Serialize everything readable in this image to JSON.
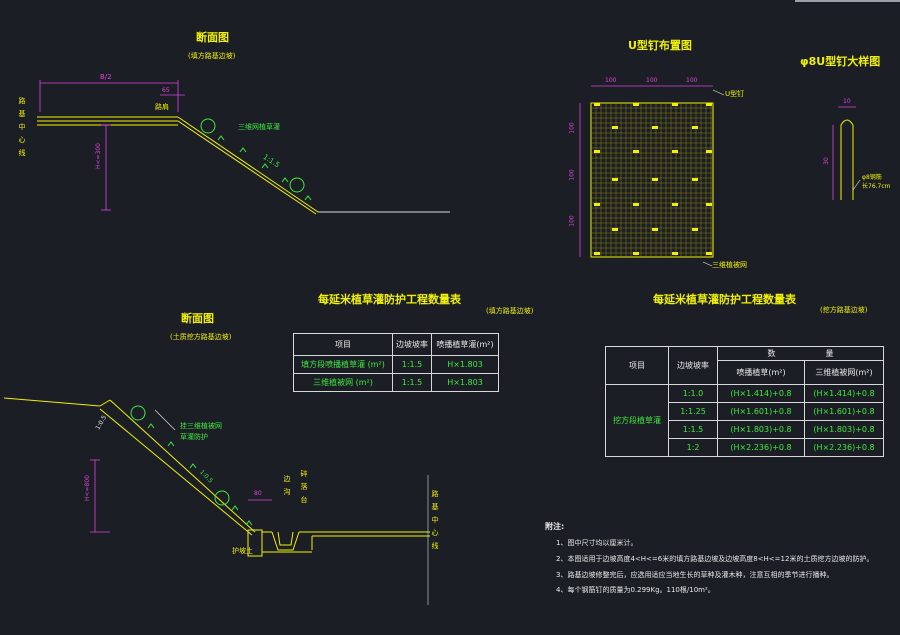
{
  "section1": {
    "title": "断面图",
    "subtitle": "(填方路基边坡)",
    "label_width": "B/2",
    "label_shoulder": "路肩",
    "label_shoulder_dim": "65",
    "label_centerline": "路基中心线",
    "label_height": "H<=300",
    "label_grid": "三维网植草灌",
    "label_slope": "1:1.5"
  },
  "section2": {
    "title": "U型钉布置图",
    "dims_top": [
      "100",
      "100",
      "100"
    ],
    "dims_side": [
      "100",
      "100",
      "100"
    ],
    "label_nail": "U型钉",
    "label_net": "三维植被网"
  },
  "section3": {
    "title": "φ8U型钉大样图",
    "dim_top": "10",
    "dim_side": "30",
    "label_steel": "φ8钢筋",
    "label_length": "长76.7cm"
  },
  "section4": {
    "title": "断面图",
    "subtitle": "(土质挖方路基边坡)",
    "label_slope_a": "1:0.5",
    "label_grid": "挂三维植被网",
    "label_grid2": "草灌防护",
    "label_height": "H<=800",
    "label_slope_b": "1:0.5",
    "label_ditch": "边沟",
    "label_shoulder": "碎落台",
    "label_dim": "80",
    "label_toe": "护坡土",
    "label_centerline": "路基中心线"
  },
  "table1": {
    "title": "每延米植草灌防护工程数量表",
    "note": "(填方路基边坡)",
    "headers": [
      "项目",
      "边坡坡率",
      "喷播植草灌(m²)"
    ],
    "rows": [
      [
        "填方段喷播植草灌 (m²)",
        "1:1.5",
        "H×1.803"
      ],
      [
        "三维植被网 (m²)",
        "1:1.5",
        "H×1.803"
      ]
    ]
  },
  "table2": {
    "title": "每延米植草灌防护工程数量表",
    "note": "(挖方路基边坡)",
    "header_item": "项目",
    "header_ratio": "边坡坡率",
    "header_qty_a": "数",
    "header_qty_b": "量",
    "header_spray": "喷播植草(m²)",
    "header_net": "三维植被网(m²)",
    "row_group": "挖方段植草灌",
    "rows": [
      [
        "1:1.0",
        "(H×1.414)+0.8",
        "(H×1.414)+0.8"
      ],
      [
        "1:1.25",
        "(H×1.601)+0.8",
        "(H×1.601)+0.8"
      ],
      [
        "1:1.5",
        "(H×1.803)+0.8",
        "(H×1.803)+0.8"
      ],
      [
        "1:2",
        "(H×2.236)+0.8",
        "(H×2.236)+0.8"
      ]
    ]
  },
  "notes": {
    "heading": "附注:",
    "items": [
      "1、图中尺寸均以厘米计。",
      "2、本图适用于边坡高度4<H<=6米的填方路基边坡及边坡高度8<H<=12米的土质挖方边坡的防护。",
      "3、路基边坡修整完后，应选用适应当地生长的草种及灌木种，注意互相的季节进行播种。",
      "4、每个钢筋钉的质量为0.299Kg。110根/10m²。"
    ]
  },
  "colors": {
    "background": "#1b1f25",
    "line": "#f0f000",
    "text_green": "#3ee83e",
    "dim": "#e040e0",
    "white": "#e8e8e8"
  }
}
